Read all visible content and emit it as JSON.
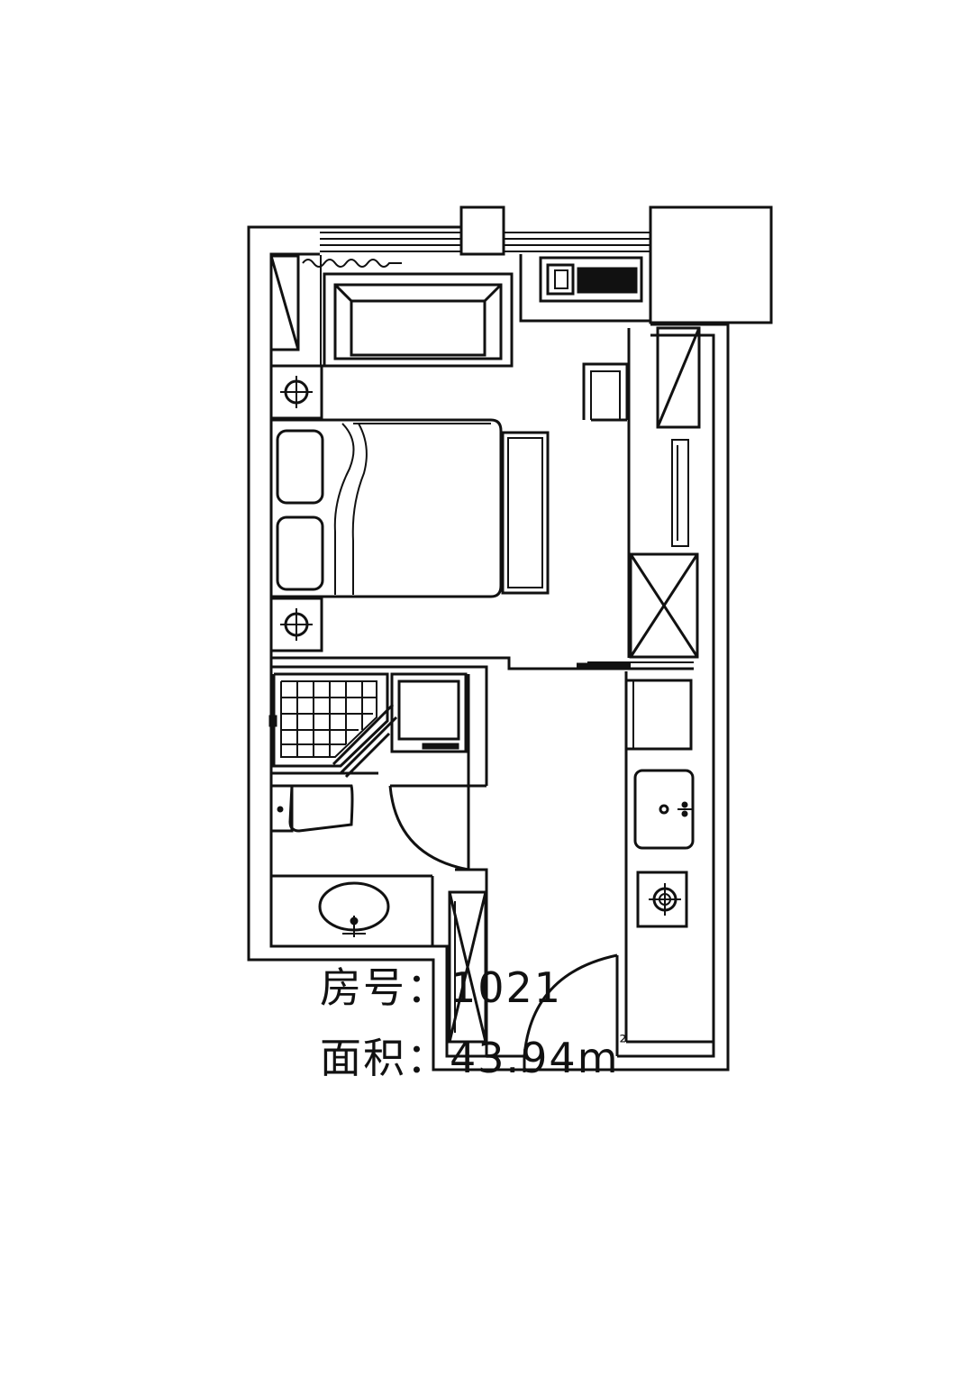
{
  "room": {
    "number_label": "房号：",
    "number_value": "1021",
    "area_label": "面积：",
    "area_value": "43.94",
    "area_unit": "m",
    "area_unit_sup": "²"
  },
  "colors": {
    "line": "#111111",
    "background": "#ffffff"
  }
}
